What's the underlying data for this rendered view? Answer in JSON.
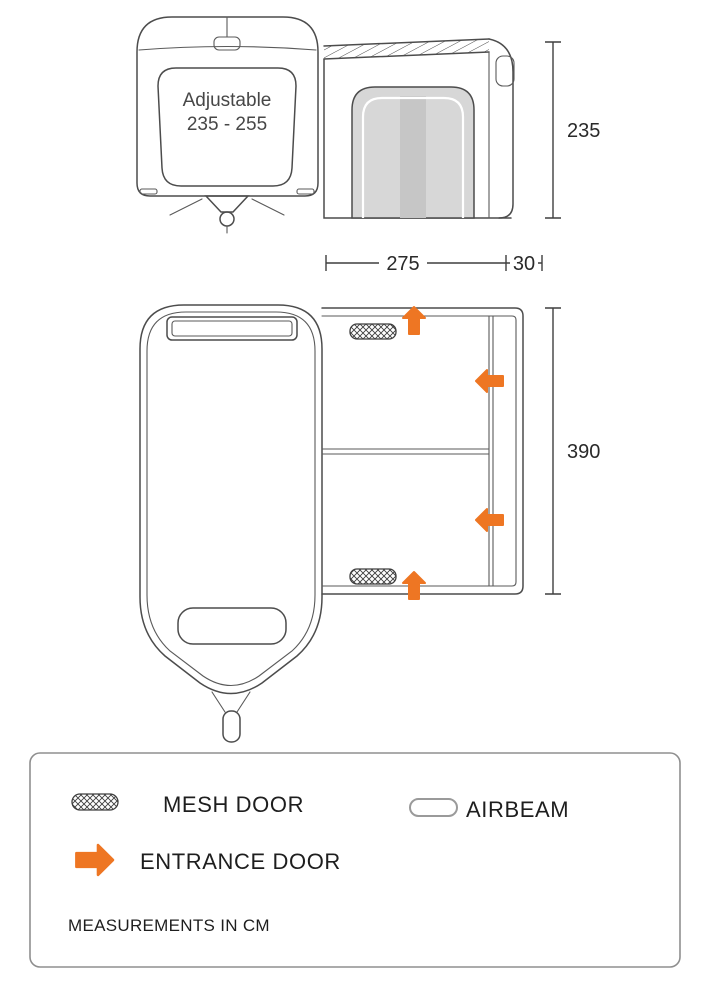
{
  "front_view": {
    "adjustable": "Adjustable",
    "range": "235 - 255"
  },
  "dimensions": {
    "height": "235",
    "width": "275",
    "depth": "30",
    "length": "390"
  },
  "legend": {
    "mesh_door": "MESH DOOR",
    "airbeam": "AIRBEAM",
    "entrance_door": "ENTRANCE DOOR",
    "measurements_note": "MEASUREMENTS IN CM"
  },
  "colors": {
    "accent": "#EE7623",
    "line": "#4C4C4C"
  }
}
